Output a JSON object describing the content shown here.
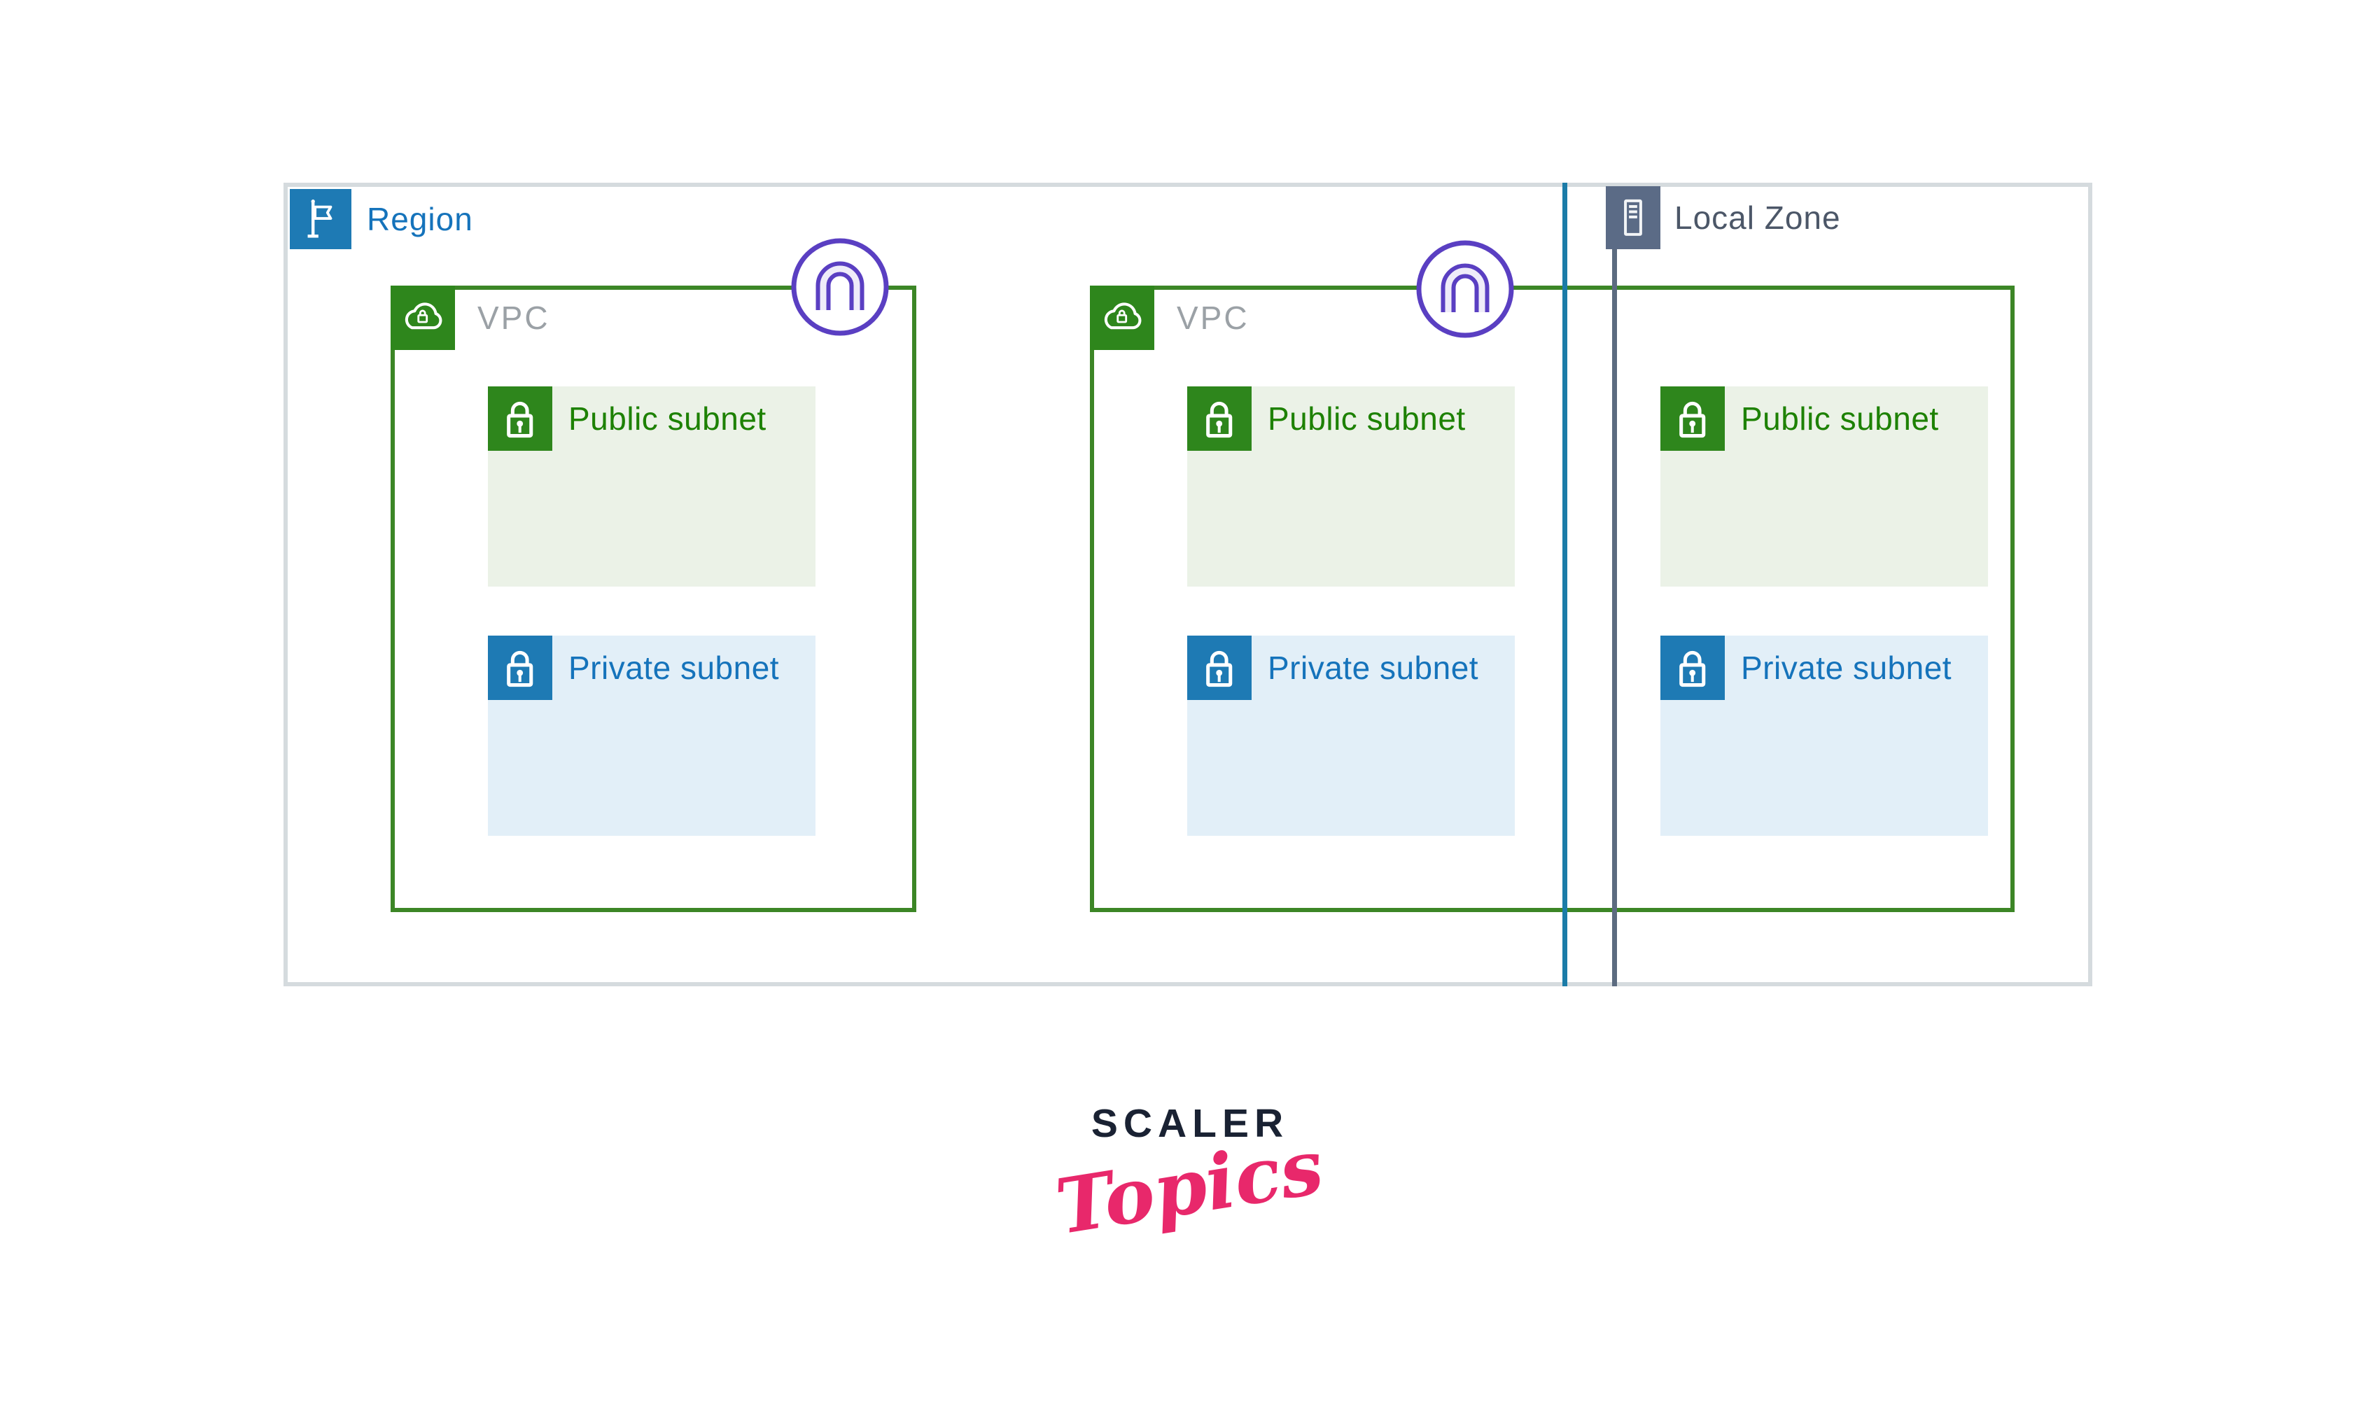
{
  "region": {
    "label": "Region"
  },
  "local_zone": {
    "label": "Local Zone"
  },
  "vpc_left": {
    "label": "VPC"
  },
  "vpc_right": {
    "label": "VPC"
  },
  "subnets": {
    "vpc_left_public": {
      "label": "Public subnet"
    },
    "vpc_left_private": {
      "label": "Private subnet"
    },
    "vpc_right_public": {
      "label": "Public subnet"
    },
    "vpc_right_private": {
      "label": "Private subnet"
    },
    "local_zone_public": {
      "label": "Public subnet"
    },
    "local_zone_private": {
      "label": "Private subnet"
    }
  },
  "brand": {
    "wordmark": "SCALER",
    "sub_wordmark": "Topics"
  },
  "icons": {
    "region": "flag-icon",
    "local_zone": "server-rack-icon",
    "vpc": "cloud-lock-icon",
    "public_subnet": "lock-icon-green",
    "private_subnet": "lock-icon-blue",
    "gateway": "arch-in-circle-icon"
  },
  "colors": {
    "region_border": "#d5dbde",
    "icon_blue": "#1e7ab4",
    "text_blue": "#1573bb",
    "az_line_blue": "#1b7ca8",
    "vpc_border_green": "#3c8626",
    "icon_green": "#2e861c",
    "subnet_text_green": "#1d8102",
    "public_subnet_bg": "#ebf2e7",
    "private_subnet_bg": "#e2eff8",
    "vpc_text_gray": "#9ba1a6",
    "local_zone_slate": "#5b6b86",
    "local_zone_text": "#4c5768",
    "local_zone_line": "#5c6b80",
    "gateway_purple": "#5a3fc2",
    "gateway_fill": "#efecf9",
    "brand_navy": "#1a2233",
    "brand_pink": "#e8286b"
  }
}
